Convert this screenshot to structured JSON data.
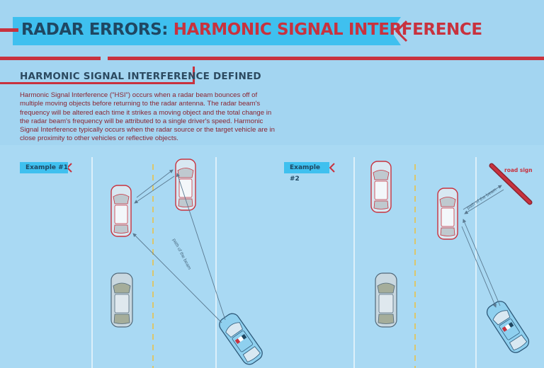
{
  "title": {
    "part1": "RADAR ERRORS: ",
    "part2": "HARMONIC SIGNAL INTERFERENCE"
  },
  "section": {
    "heading": "HARMONIC SIGNAL INTERFERENCE DEFINED",
    "description": "Harmonic Signal Interference (\"HSI\") occurs when a radar beam bounces off of multiple moving objects before returning to the radar antenna.  The radar beam's frequency will be altered each time it strikes a moving object and the total change in the radar beam's frequency will be attributed to a single driver's speed. Harmonic Signal Interference typically occurs when the radar source or the target vehicle are in close proximity to other vehicles or reflective objects."
  },
  "examples": [
    {
      "label": "Example #1"
    },
    {
      "label": "Example #2"
    }
  ],
  "labels": {
    "path_of_beam": "path of the beam",
    "road_sign": "road sign"
  },
  "colors": {
    "accent_blue": "#3fc0ef",
    "accent_red": "#c8323e",
    "title_dark": "#1f4762",
    "background": "#a9d9f3"
  }
}
